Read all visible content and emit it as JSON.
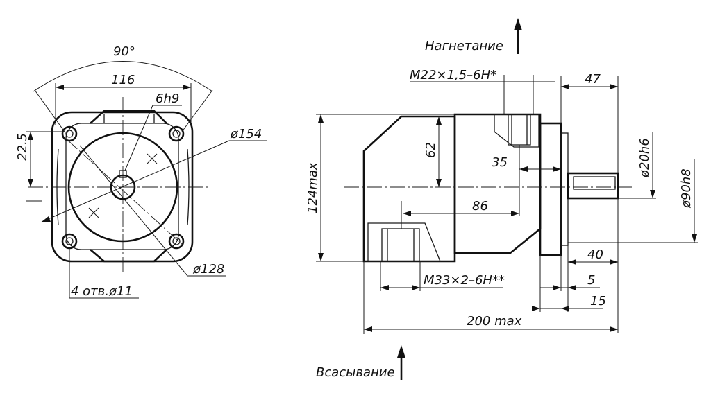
{
  "front_view": {
    "angle_label": "90°",
    "width_label": "116",
    "key_label": "6h9",
    "offset_label": "22.5",
    "outer_dia_label": "ø154",
    "bolt_circle_label": "ø128",
    "holes_label": "4 отв.ø11"
  },
  "side_view": {
    "discharge_label": "Нагнетание",
    "suction_label": "Всасывание",
    "discharge_thread_label": "М22×1,5–6Н*",
    "suction_thread_label": "М33×2–6Н**",
    "dim_47": "47",
    "dim_62": "62",
    "dim_35": "35",
    "dim_86": "86",
    "height_label": "124max",
    "shaft_dia_label": "ø20h6",
    "pilot_dia_label": "ø90h8",
    "dim_40": "40",
    "dim_5": "5",
    "dim_15": "15",
    "length_label": "200 max"
  }
}
